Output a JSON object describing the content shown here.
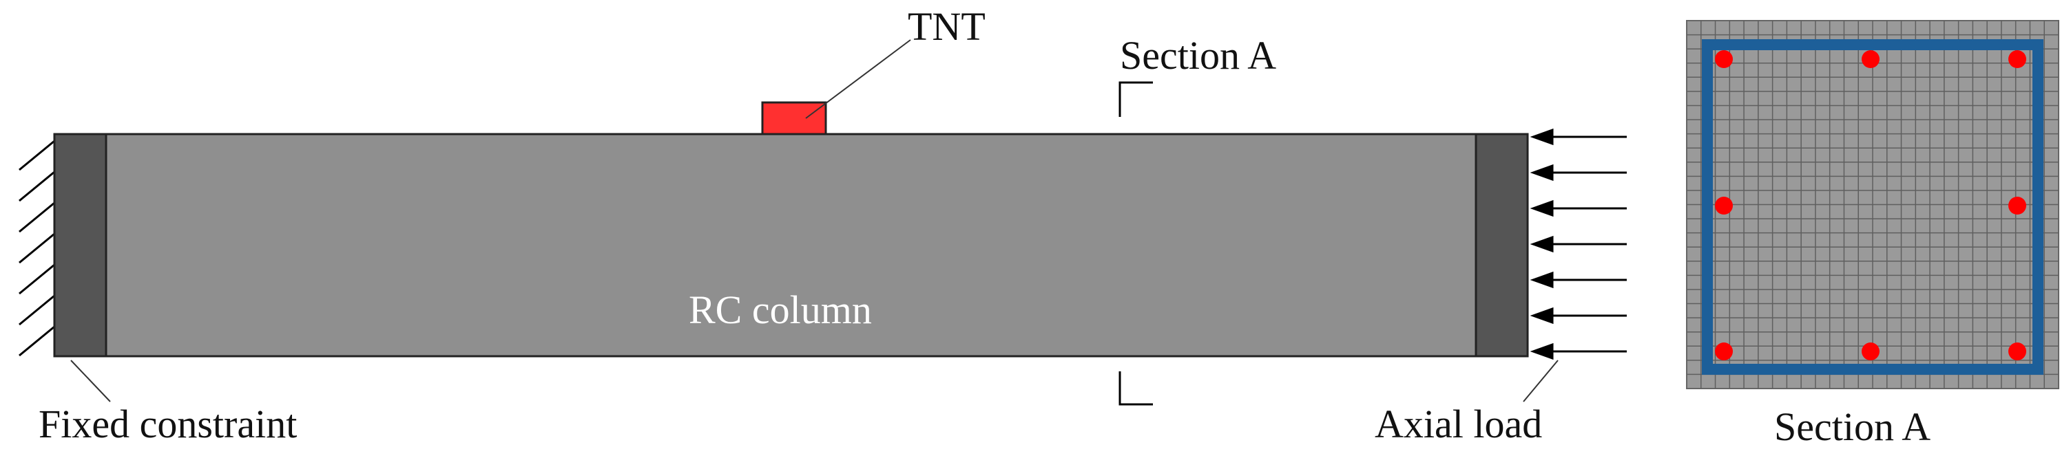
{
  "labels": {
    "tnt": "TNT",
    "section_top": "Section A",
    "column": "RC column",
    "fixed": "Fixed constraint",
    "axial": "Axial load",
    "section_caption": "Section A"
  },
  "colors": {
    "column_fill": "#8f8f8f",
    "end_plate": "#555555",
    "tnt_fill": "#ff3030",
    "stirrup": "#1d5f99",
    "rebar": "#ff0000",
    "mesh_bg": "#9a9a9a",
    "mesh_line": "#5f5f5f"
  },
  "icons": {
    "fixed_support": "hatched-wall-icon",
    "axial_arrows": "arrow-left-icon"
  },
  "section": {
    "mesh_divisions": 26,
    "rebar_count": 8
  }
}
